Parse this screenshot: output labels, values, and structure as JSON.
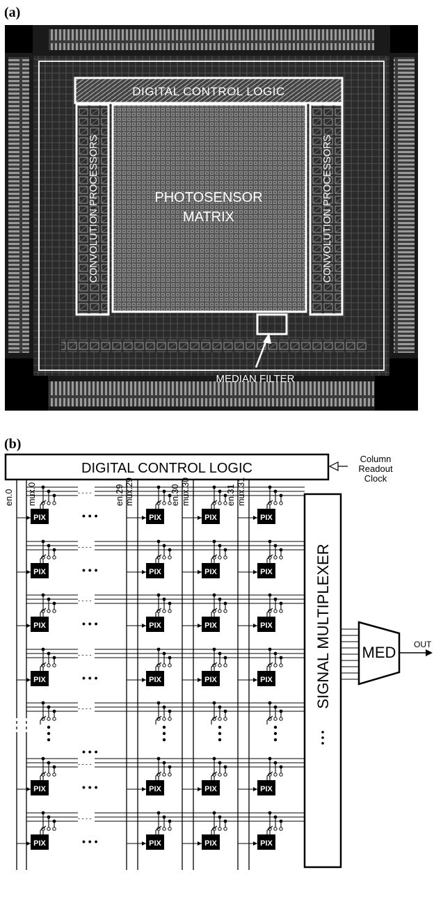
{
  "panel_a": {
    "label": "(a)",
    "digital_control_logic": "DIGITAL CONTROL LOGIC",
    "convolution_left": "CONVOLUTION PROCESSORS",
    "convolution_right": "CONVOLUTION PROCESSORS",
    "photosensor_line1": "PHOTOSENSOR",
    "photosensor_line2": "MATRIX",
    "median_filter": "MEDIAN FILTER"
  },
  "panel_b": {
    "label": "(b)",
    "digital_control_logic": "DIGITAL CONTROL LOGIC",
    "clock_line1": "Column",
    "clock_line2": "Readout",
    "clock_line3": "Clock",
    "signals": [
      "en.0",
      "mux.0",
      "en.29",
      "mux.29",
      "en.30",
      "mux.30",
      "en.31",
      "mux.31"
    ],
    "pixel_label": "PIX",
    "ellipsis": "• • •",
    "signal_multiplexer": "SIGNAL MULTIPLEXER",
    "median_block": "MED",
    "output_label": "OUT"
  },
  "colors": {
    "chip_background": "#1a1a1a",
    "chip_frame": "#e8e8e8",
    "line": "#000000",
    "pixel_fill": "#000000",
    "pixel_text": "#ffffff"
  }
}
